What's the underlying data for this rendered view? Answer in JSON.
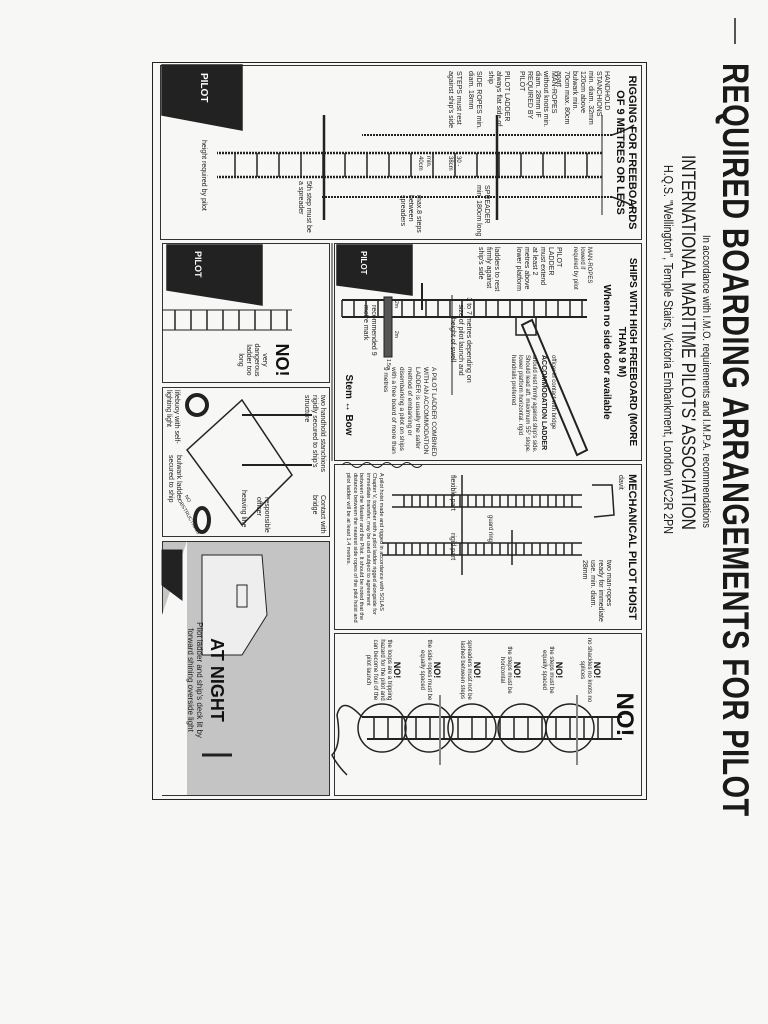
{
  "header": {
    "title": "REQUIRED BOARDING ARRANGEMENTS FOR PILOT",
    "subtitle": "In accordance with I.M.O. requirements and I.M.P.A. recommendations",
    "organisation": "INTERNATIONAL MARITIME PILOTS' ASSOCIATION",
    "address": "H.Q.S. \"Wellington\", Temple Stairs, Victoria Embankment, London WC2R 2PN"
  },
  "rigging": {
    "title": "RIGGING FOR FREEBOARDS OF 9 METRES OR LESS",
    "handhold": "HANDHOLD STANCHIONS min. diam. 32mm 120cm above bulwark min. 70cm max. 80cm apart",
    "man_ropes": "MAN-ROPES without knots min. diam. 28mm IF REQUIRED BY PILOT",
    "pilot_ladder": "PILOT LADDER always flat side of ship",
    "side_ropes": "SIDE ROPES min. diam. 18mm",
    "steps": "STEPS must rest against ship's side",
    "spreader": "SPREADER min. 180cm long",
    "max_steps": "max.8 steps between spreaders",
    "step_width": "min. 40cm",
    "step_spacing": "30 - 38cm",
    "fifth_step": "5th step must be a spreader",
    "height": "height required by pilot",
    "boat": "PILOT"
  },
  "high_freeboard": {
    "title": "SHIPS WITH HIGH FREEBOARD (MORE THAN 9 M)",
    "subtitle": "When no side door available",
    "man_ropes": "MAN-ROPES lowerd if required by pilot",
    "pilot_ladder": "PILOT LADDER must extend at least 2 metres above lower platform",
    "ladders_rest": "ladders to rest firmly against ship's side",
    "officer": "officer in contact with bridge",
    "accommodation": "ACCOMMODATION LADDER",
    "accommodation_notes": "should rest firmly against ship's side. Should lead aft. maximum 55° slope. lower platform horizontal. rigid handrails preferred",
    "distance": "3 to 7 metres depending on size of pilot launch and height of swell",
    "combined": "A PILOT LADDER COMBINED WITH AN ACCOMMODATION LADDER is usually the safer method of embarking or disembarking a pilot on ships with a free board of more than 9 metres",
    "dims": [
      "2m",
      "2m",
      "1.5m"
    ],
    "mark": "recommended 9 metre mark",
    "orientation": "Stem ↔ Bow",
    "boat": "PILOT"
  },
  "hoist": {
    "title": "MECHANICAL PILOT HOIST",
    "davit": "davit",
    "man_ropes": "two man-ropes ready for immediate use. min. diam. 28mm",
    "guard_ring": "guard ring",
    "flexible": "flexible part",
    "rigid": "rigid part",
    "note": "A pilot hoist made and rigged in accordance with SOLAS Chapter V, together with a pilot ladder rigged alongside for immediate transfer, may be used subject to agreement between the Master and the Pilot. It should be noted that the distance between the nearest side ropes of the pilot hoist and pilot ladder will be at least 1.4 metres."
  },
  "no_panel": {
    "title": "NO!",
    "items": [
      {
        "head": "NO!",
        "text": "no shackles no knots no splices"
      },
      {
        "head": "NO!",
        "text": "the steps must be equally spaced"
      },
      {
        "head": "NO!",
        "text": "the steps must be horizontal"
      },
      {
        "head": "NO!",
        "text": "spreaders must not be lashed between steps"
      },
      {
        "head": "NO!",
        "text": "the side ropes must be equally spaced"
      },
      {
        "head": "NO!",
        "text": "the loops are a tripping hazard for the pilot and can become foul of the pilot launch"
      }
    ]
  },
  "too_long": {
    "head": "NO!",
    "text": "very dangerous ladder too long",
    "boat": "PILOT"
  },
  "bulwark": {
    "stanchions": "two handhold stanchions rigidly secured to ship's structure",
    "contact": "Contact with bridge",
    "officer": "responsible officer",
    "heaving": "heaving line",
    "lifebuoy": "lifebuoy with self-lighting light",
    "ladder": "bulwark ladder secured to ship",
    "obstructions": "NO OBSTRUCTIONS"
  },
  "night": {
    "title": "AT NIGHT",
    "text": "Pilot ladder and ship's deck lit by forward shining overside light"
  },
  "colors": {
    "paper": "#f7f7f5",
    "ink": "#1a1a1a",
    "night_shade": "#bdbdbd"
  }
}
